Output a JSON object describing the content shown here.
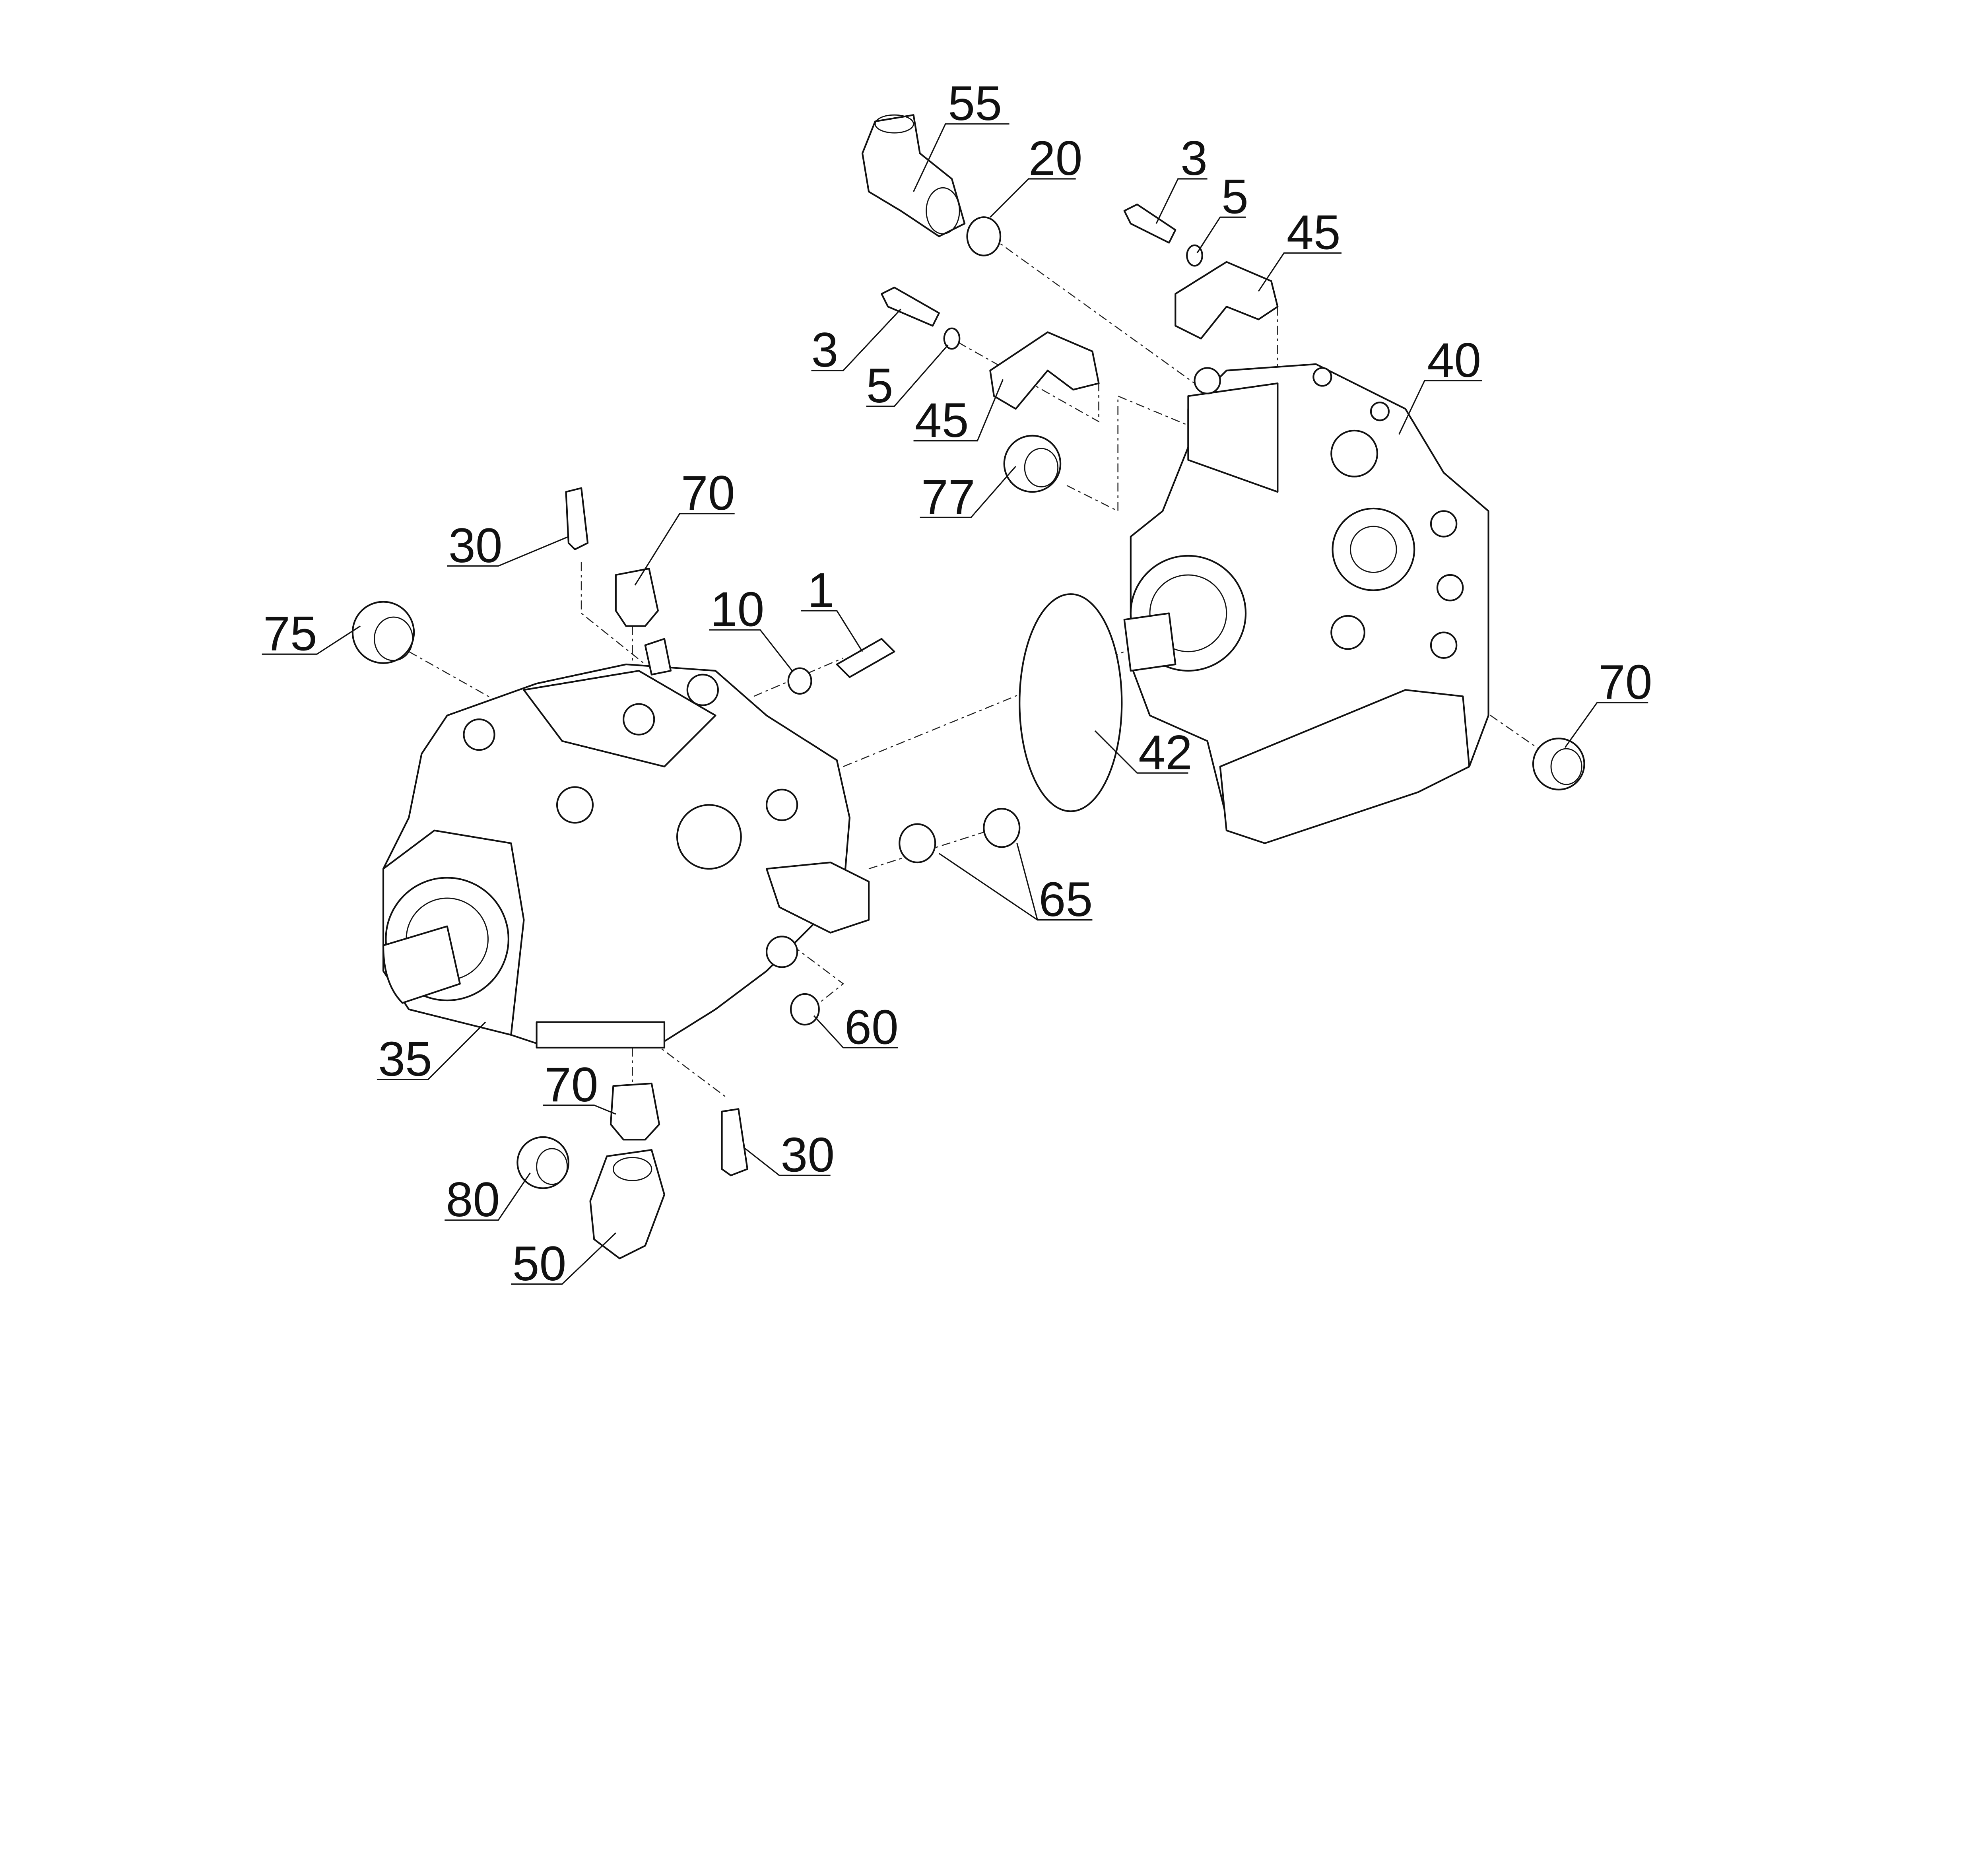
{
  "title": "Hydraulic pump exploded parts diagram",
  "labels": {
    "p55": "55",
    "p20": "20",
    "p3a": "3",
    "p5a": "5",
    "p45a": "45",
    "p3b": "3",
    "p5b": "5",
    "p45b": "45",
    "p77": "77",
    "p40": "40",
    "p30a": "30",
    "p70a": "70",
    "p75": "75",
    "p10": "10",
    "p1": "1",
    "p42": "42",
    "p70b": "70",
    "p65": "65",
    "p60": "60",
    "p35": "35",
    "p70c": "70",
    "p30b": "30",
    "p80": "80",
    "p50": "50"
  }
}
